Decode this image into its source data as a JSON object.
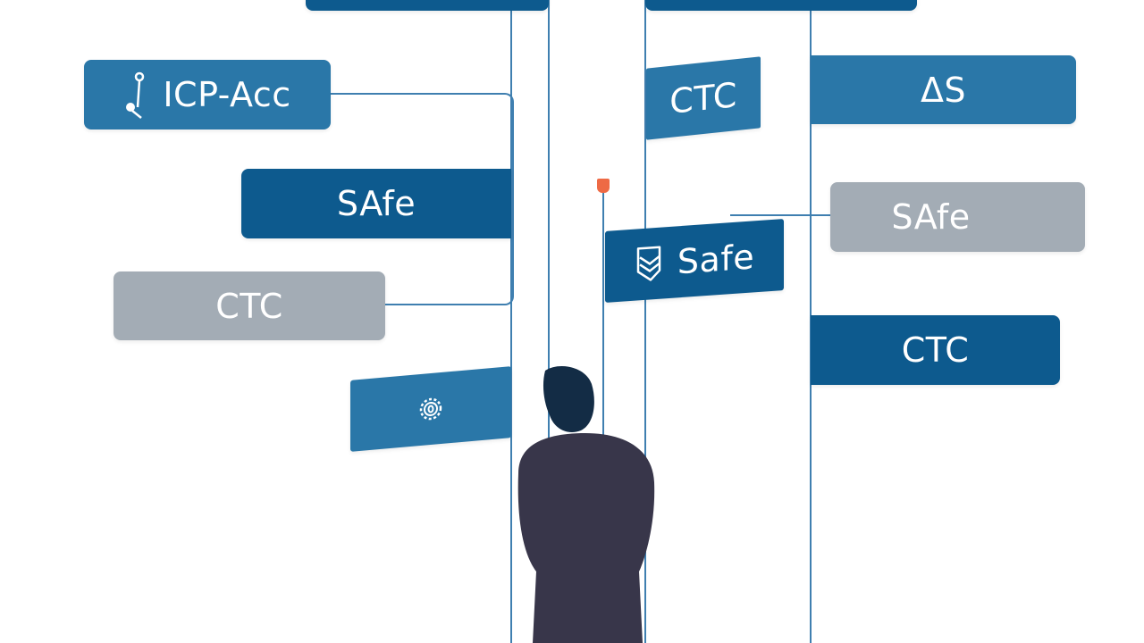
{
  "colors": {
    "sign_blue_light": "#2a77a8",
    "sign_blue_dark": "#0d5a8e",
    "sign_gray": "#a3acb5",
    "pole": "#3f7fb0",
    "person_body": "#38364a",
    "person_hair": "#132c45",
    "flag": "#ee6a45"
  },
  "signs": [
    {
      "id": "top-left",
      "label": ""
    },
    {
      "id": "top-right",
      "label": ""
    },
    {
      "id": "icp-acc",
      "label": "ICP-Acc",
      "icon": "key-icon"
    },
    {
      "id": "safe-dark-left",
      "label": "SAfe"
    },
    {
      "id": "ctc-gray-left",
      "label": "CTC"
    },
    {
      "id": "gear-sign",
      "label": "",
      "icon": "gear-icon"
    },
    {
      "id": "ctc-tilted",
      "label": "CTC"
    },
    {
      "id": "safe-center",
      "label": "Safe",
      "icon": "shield-icon"
    },
    {
      "id": "delta-s",
      "label": "ΔS"
    },
    {
      "id": "safe-gray-right",
      "label": "SAfe"
    },
    {
      "id": "ctc-dark-right",
      "label": "CTC"
    }
  ]
}
